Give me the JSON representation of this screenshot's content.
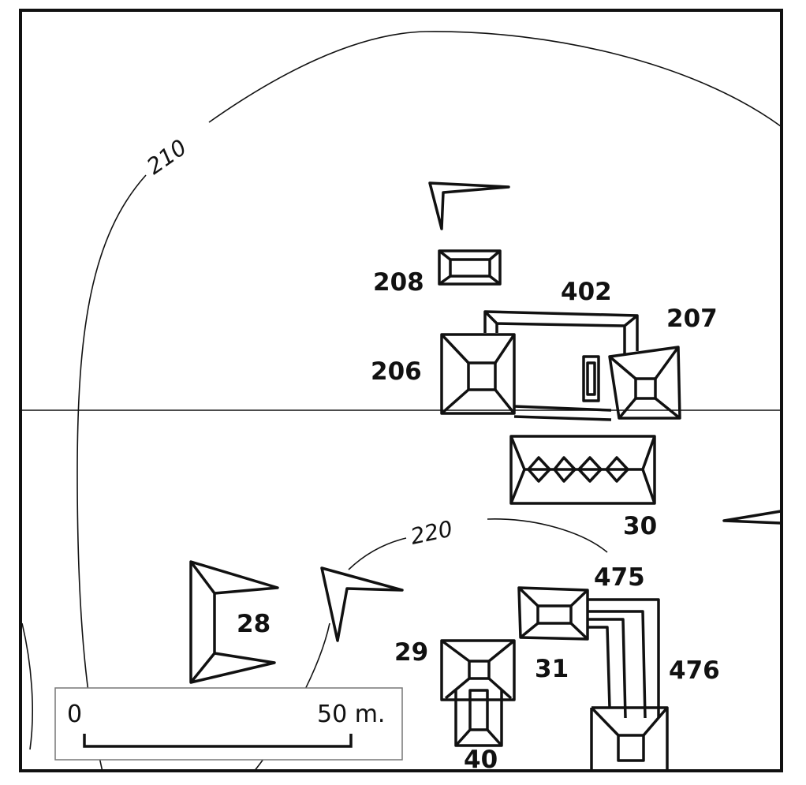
{
  "contours": {
    "outer": "210",
    "inner": "220"
  },
  "structures": {
    "s208": "208",
    "s402": "402",
    "s207": "207",
    "s206": "206",
    "s30": "30",
    "s475": "475",
    "s28": "28",
    "s29": "29",
    "s31": "31",
    "s476": "476",
    "s40": "40"
  },
  "scale": {
    "start": "0",
    "end": "50 m."
  },
  "colors": {
    "ink": "#111111",
    "background": "#ffffff"
  }
}
